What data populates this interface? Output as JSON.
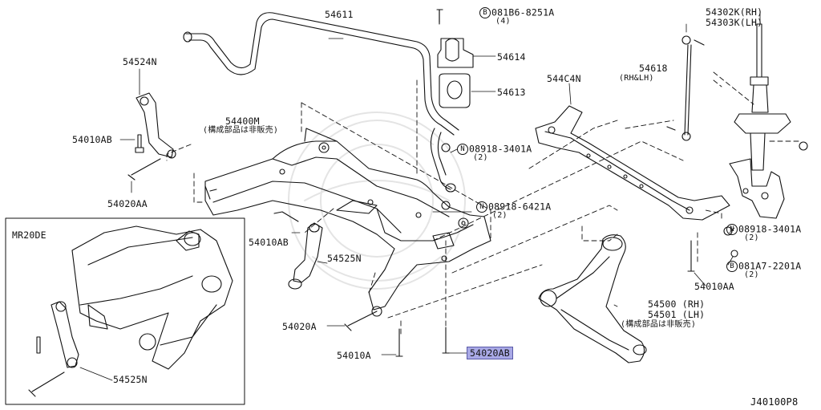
{
  "diagram_id": "J40100P8",
  "inset_label": "MR20DE",
  "parts": {
    "p54611": "54611",
    "p54524N": "54524N",
    "p54010AB_a": "54010AB",
    "p54020AA": "54020AA",
    "p54400M": "54400M",
    "p54400M_note": "(構成部品は非販売)",
    "bolt_081B6": "081B6-8251A",
    "bolt_081B6_qty": "(4)",
    "p54614": "54614",
    "p54613": "54613",
    "p544C4N": "544C4N",
    "p54618": "54618",
    "p54618_note": "(RH&LH)",
    "p54302K": "54302K(RH)",
    "p54303K": "54303K(LH)",
    "nut_08918_3401A_a": "08918-3401A",
    "nut_08918_3401A_a_qty": "(2)",
    "nut_08918_6421A": "08918-6421A",
    "nut_08918_6421A_qty": "(2)",
    "p54010AB_b": "54010AB",
    "p54525N_a": "54525N",
    "nut_08918_3401A_b": "08918-3401A",
    "nut_08918_3401A_b_qty": "(2)",
    "bolt_081A7": "081A7-2201A",
    "bolt_081A7_qty": "(2)",
    "p54010AA": "54010AA",
    "p54500": "54500 (RH)",
    "p54501": "54501 (LH)",
    "p54500_note": "(構成部品は非販売)",
    "p54020A": "54020A",
    "p54010A": "54010A",
    "p54020AB": "54020AB",
    "p54525N_b": "54525N"
  },
  "markers": {
    "bolt": "B",
    "nut": "N"
  },
  "colors": {
    "highlight": "#a9a9e6",
    "line": "#111111"
  }
}
